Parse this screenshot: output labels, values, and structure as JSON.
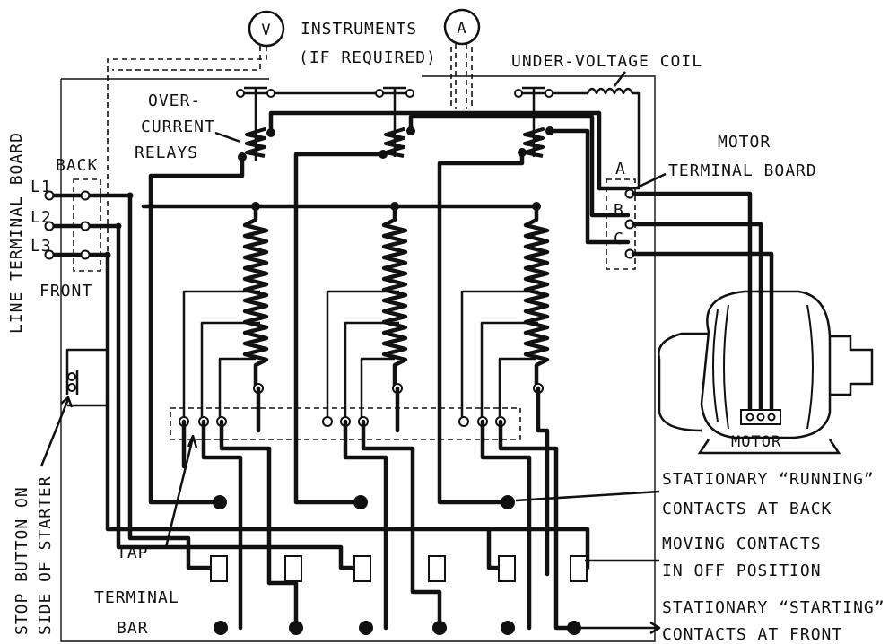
{
  "labels": {
    "instruments": "INSTRUMENTS",
    "if_required": "(IF REQUIRED)",
    "voltmeter": "V",
    "ammeter": "A",
    "under_voltage_coil": "UNDER-VOLTAGE COIL",
    "over": "OVER-",
    "current": "CURRENT",
    "relays": "RELAYS",
    "motor": "MOTOR",
    "terminal_board": "TERMINAL BOARD",
    "motor_term_a": "A",
    "motor_term_b": "B",
    "motor_term_c": "C",
    "motor_body": "MOTOR",
    "line_terminal_board": "LINE TERMINAL BOARD",
    "back": "BACK",
    "front": "FRONT",
    "l1": "L1",
    "l2": "L2",
    "l3": "L3",
    "stop_button_on": "STOP BUTTON ON",
    "side_of_starter": "SIDE OF STARTER",
    "tap": "TAP",
    "terminal": "TERMINAL",
    "bar": "BAR",
    "stationary_running": "STATIONARY “RUNNING”",
    "contacts_at_back": "CONTACTS AT BACK",
    "moving_contacts": "MOVING CONTACTS",
    "in_off_position": "IN OFF POSITION",
    "stationary_starting": "STATIONARY “STARTING”",
    "contacts_at_front": "CONTACTS AT FRONT"
  }
}
